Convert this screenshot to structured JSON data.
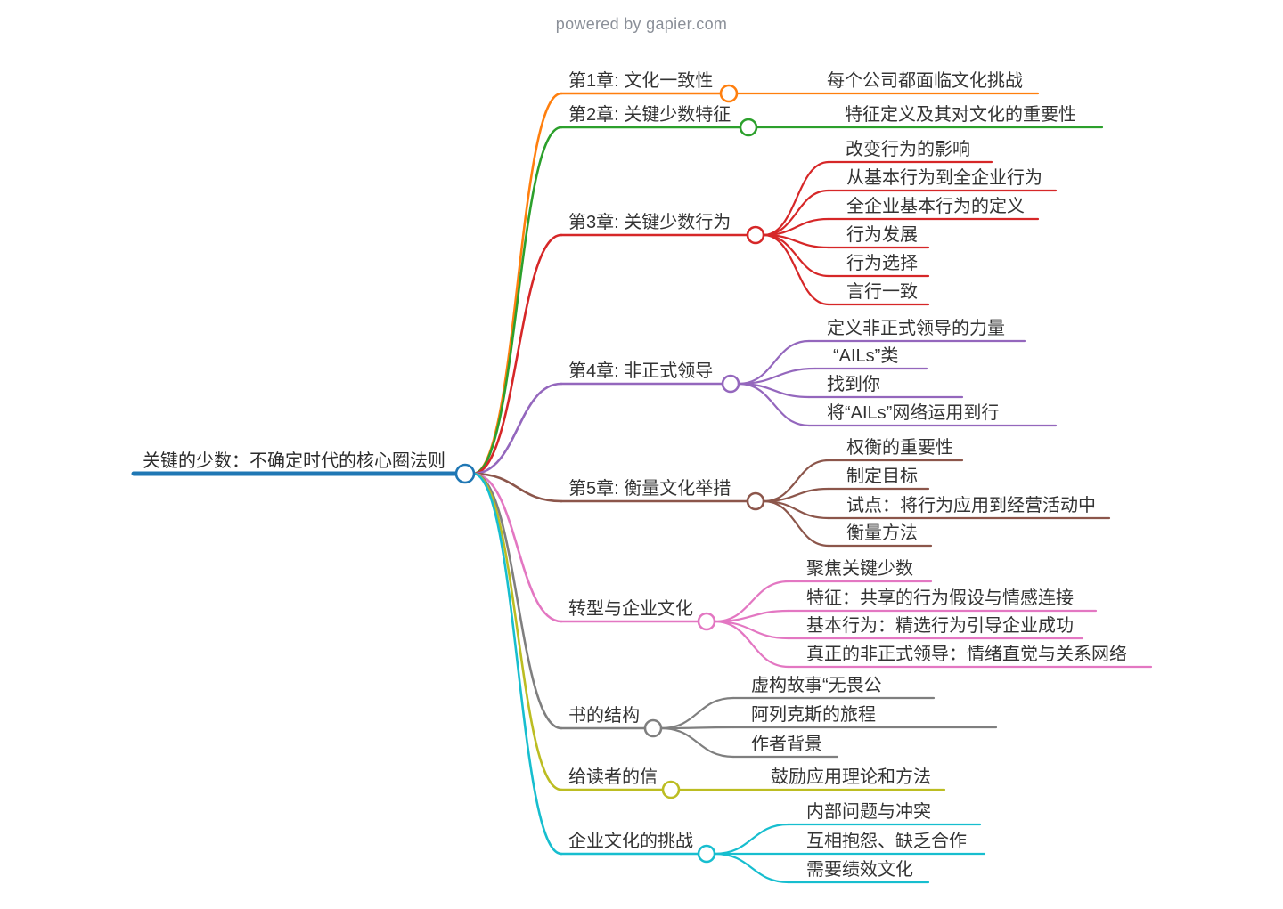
{
  "watermark": "powered by gapier.com",
  "root": {
    "label": "关键的少数：不确定时代的核心圈法则",
    "color": "#1f77b4"
  },
  "branches": [
    {
      "label": "第1章: 文化一致性",
      "color": "#ff7f0e",
      "children": [
        {
          "label": "每个公司都面临文化挑战"
        }
      ]
    },
    {
      "label": "第2章: 关键少数特征",
      "color": "#2ca02c",
      "children": [
        {
          "label": "特征定义及其对文化的重要性"
        }
      ]
    },
    {
      "label": "第3章: 关键少数行为",
      "color": "#d62728",
      "children": [
        {
          "label": "改变行为的影响"
        },
        {
          "label": "从基本行为到全企业行为"
        },
        {
          "label": "全企业基本行为的定义"
        },
        {
          "label": "行为发展"
        },
        {
          "label": "行为选择"
        },
        {
          "label": "言行一致"
        }
      ]
    },
    {
      "label": "第4章: 非正式领导",
      "color": "#9467bd",
      "children": [
        {
          "label": "定义非正式领导的力量"
        },
        {
          "label": "“AILs”类"
        },
        {
          "label": "找到你"
        },
        {
          "label": "将“AILs”网络运用到行"
        }
      ]
    },
    {
      "label": "第5章: 衡量文化举措",
      "color": "#8c564b",
      "children": [
        {
          "label": "权衡的重要性"
        },
        {
          "label": "制定目标"
        },
        {
          "label": "试点：将行为应用到经营活动中"
        },
        {
          "label": "衡量方法"
        }
      ]
    },
    {
      "label": "转型与企业文化",
      "color": "#e377c2",
      "children": [
        {
          "label": "聚焦关键少数"
        },
        {
          "label": "特征：共享的行为假设与情感连接"
        },
        {
          "label": "基本行为：精选行为引导企业成功"
        },
        {
          "label": "真正的非正式领导：情绪直觉与关系网络"
        }
      ]
    },
    {
      "label": "书的结构",
      "color": "#7f7f7f",
      "children": [
        {
          "label": "虚构故事“无畏公"
        },
        {
          "label": "阿列克斯的旅程"
        },
        {
          "label": "作者背景"
        }
      ]
    },
    {
      "label": "给读者的信",
      "color": "#bcbd22",
      "children": [
        {
          "label": "鼓励应用理论和方法"
        }
      ]
    },
    {
      "label": "企业文化的挑战",
      "color": "#17becf",
      "children": [
        {
          "label": "内部问题与冲突"
        },
        {
          "label": "互相抱怨、缺乏合作"
        },
        {
          "label": "需要绩效文化"
        }
      ]
    }
  ]
}
